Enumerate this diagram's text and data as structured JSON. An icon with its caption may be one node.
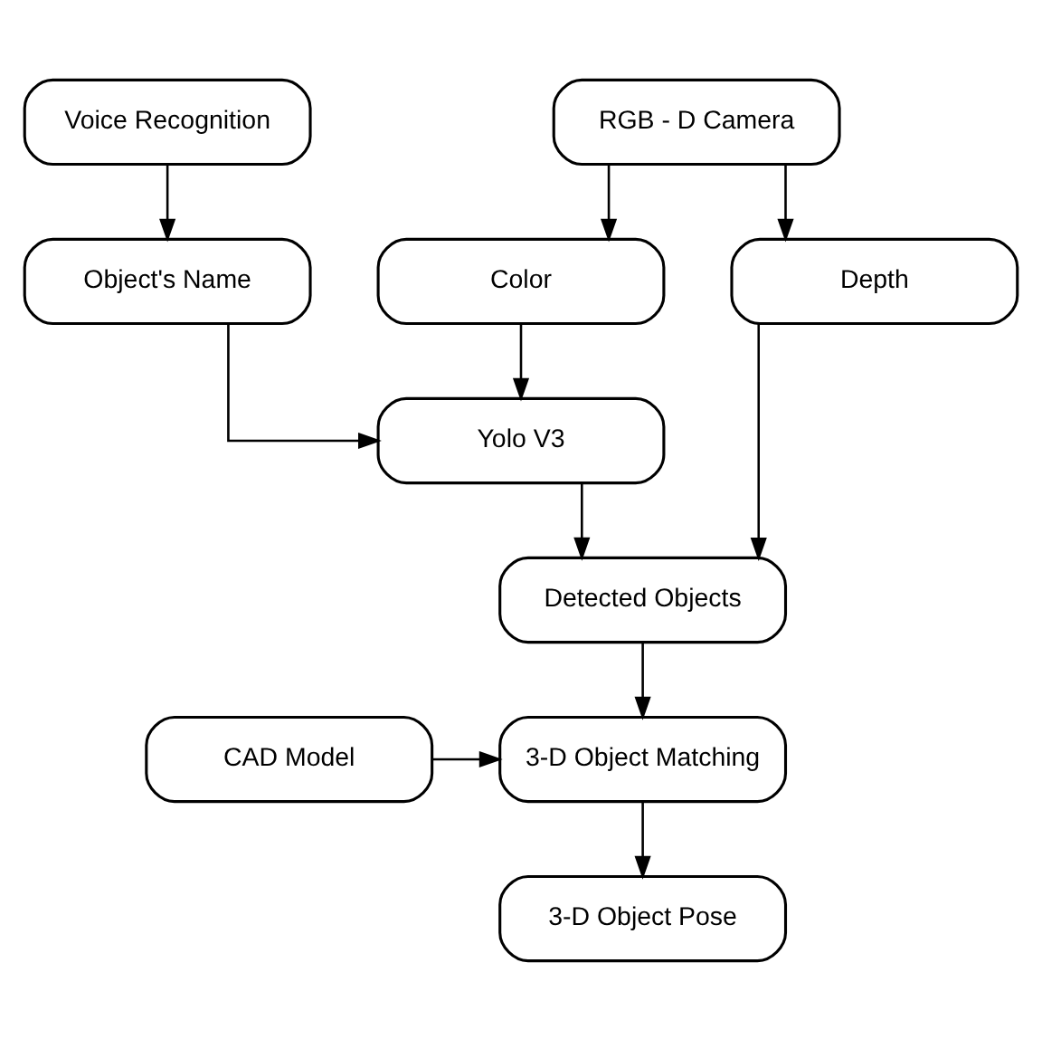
{
  "diagram": {
    "nodes": [
      {
        "text": [
          "Voice Recognition"
        ]
      },
      {
        "text": [
          "RGB - D Camera"
        ]
      },
      {
        "text": [
          "Object's Name"
        ]
      },
      {
        "text": [
          "Color"
        ]
      },
      {
        "text": [
          "Depth"
        ]
      },
      {
        "text": [
          "Yolo V3"
        ]
      },
      {
        "text": [
          "Detected Objects"
        ]
      },
      {
        "text": [
          "CAD Model"
        ]
      },
      {
        "text": [
          "3-D Object Matching"
        ]
      },
      {
        "text": [
          "3-D Object Pose"
        ]
      }
    ],
    "edges": [
      {
        "from": 0,
        "to": 2,
        "arrow": "to"
      },
      {
        "from": 1,
        "to": 3,
        "arrow": "to"
      },
      {
        "from": 1,
        "to": 4,
        "arrow": "to"
      },
      {
        "from": 2,
        "to": 5,
        "arrow": "to"
      },
      {
        "from": 3,
        "to": 5,
        "arrow": "to"
      },
      {
        "from": 5,
        "to": 6,
        "arrow": "to"
      },
      {
        "from": 4,
        "to": 6,
        "arrow": "to"
      },
      {
        "from": 6,
        "to": 8,
        "arrow": "to"
      },
      {
        "from": 7,
        "to": 8,
        "arrow": "to"
      },
      {
        "from": 8,
        "to": 9,
        "arrow": "to"
      }
    ]
  }
}
